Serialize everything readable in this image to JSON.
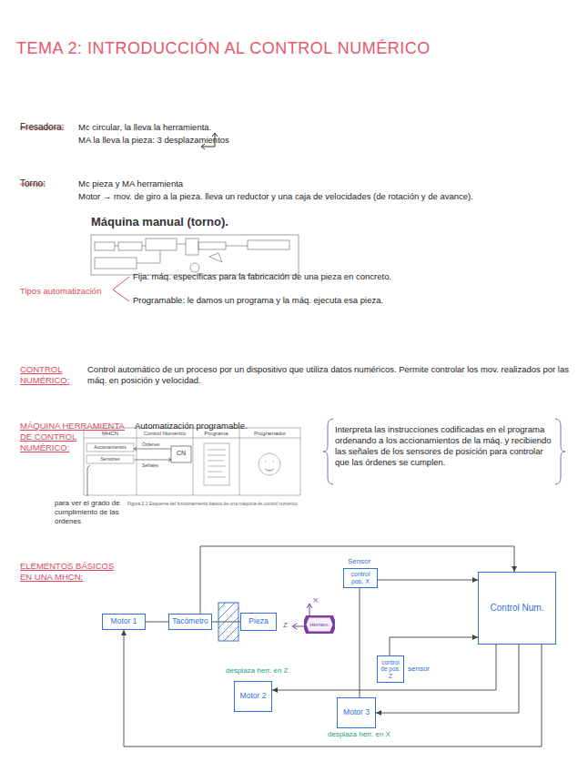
{
  "diagram": {
    "title": "TEMA 2: INTRODUCCIÓN AL CONTROL NUMÉRICO",
    "nodes": [
      {
        "text": [
          "Motor 1"
        ]
      },
      {
        "text": [
          "Tacómetro"
        ]
      },
      {
        "text": [
          "Pieza"
        ]
      },
      {
        "text": [
          "Herram."
        ]
      },
      {
        "text": [
          "control pos. X"
        ]
      },
      {
        "text": [
          "Control Num."
        ]
      },
      {
        "text": [
          "control de pos. Z"
        ]
      },
      {
        "text": [
          "Motor 2"
        ]
      },
      {
        "text": [
          "Motor 3"
        ]
      }
    ],
    "edges": [
      {
        "from": 0,
        "to": 1,
        "arrow": "none"
      },
      {
        "from": 1,
        "to": 2,
        "arrow": "none"
      },
      {
        "from": 1,
        "to": 5,
        "arrow": "to"
      },
      {
        "from": 4,
        "to": 5,
        "arrow": "to"
      },
      {
        "from": 6,
        "to": 5,
        "arrow": "to"
      },
      {
        "from": 5,
        "to": 0,
        "arrow": "to"
      },
      {
        "from": 5,
        "to": 7,
        "arrow": "to"
      },
      {
        "from": 5,
        "to": 8,
        "arrow": "to"
      },
      {
        "from": 8,
        "to": 4,
        "arrow": "none"
      }
    ],
    "labels": [
      "Fresadora:",
      "Mc circular, la lleva la herramienta.",
      "MA la lleva la pieza: 3 desplazamientos",
      "Torno:",
      "Mc pieza y MA herramienta",
      "Motor → mov. de giro a la pieza. lleva un reductor y una caja de velocidades (de rotación y de avance).",
      "Máquina manual (torno).",
      "Tipos automatización",
      "Fija: máq. específicas para la fabricación de una pieza en concreto.",
      "Programable: le damos un programa y la máq. ejecuta esa pieza.",
      "CONTROL NUMÉRICO:",
      "Control automático de un proceso por un dispositivo que utiliza datos numéricos. Permite controlar los mov. realizados por las máq. en posición y velocidad.",
      "MÁQUINA HERRAMIENTA DE CONTROL NUMÉRICO:",
      "Automatización programable.",
      "Interpreta las instrucciones codificadas en el programa ordenando a los accionamientos de la máq. y recibiendo las señales de los sensores de posición para controlar que las órdenes se cumplen.",
      "MHCN",
      "Control Numérico",
      "Programa",
      "Programador",
      "Accionamientos",
      "Sensores",
      "Órdenes",
      "Señales",
      "CN",
      "para ver el grado de cumplimiento de las órdenes",
      "Figura 2.1 Esquema del funcionamiento básico de una máquina de control numérico",
      "ELEMENTOS BÁSICOS EN UNA MHCN:",
      "Sensor",
      "X",
      "Z",
      "desplaza herr. en Z",
      "sensor",
      "desplaza herr. en X"
    ]
  }
}
